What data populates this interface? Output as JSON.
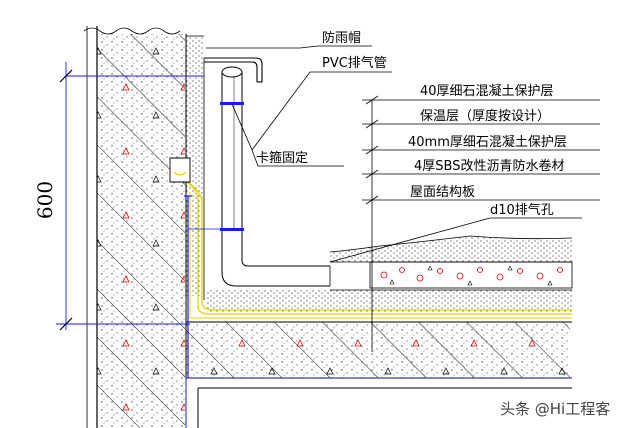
{
  "dimension": {
    "height_value": "600"
  },
  "labels": {
    "rain_cap": "防雨帽",
    "pvc_pipe": "PVC排气管",
    "clamp": "卡箍固定",
    "fine_stone_40": "40厚细石混凝土保护层",
    "insulation": "保温层（厚度按设计）",
    "fine_stone_40mm": "40mm厚细石混凝土保护层",
    "sbs_membrane": "4厚SBS改性沥青防水卷材",
    "roof_slab": "屋面结构板",
    "vent_hole": "d10排气孔"
  },
  "watermark": "头条 @Hi工程客",
  "colors": {
    "line": "#000000",
    "dim_line": "#1a1aff",
    "membrane": "#e8d000",
    "concrete_dots": "#444444",
    "red_mark": "#e00000"
  }
}
